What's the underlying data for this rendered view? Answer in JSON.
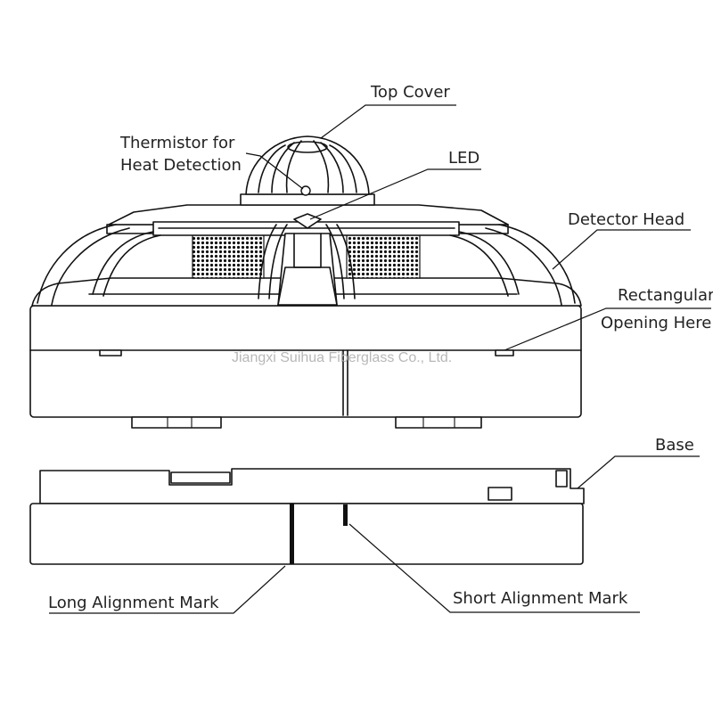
{
  "labels": {
    "top_cover": "Top Cover",
    "thermistor_line1": "Thermistor for",
    "thermistor_line2": "Heat Detection",
    "led": "LED",
    "detector_head": "Detector Head",
    "rectangular_line1": "Rectangular",
    "rectangular_line2": "Opening Here",
    "base": "Base",
    "long_alignment_mark": "Long Alignment Mark",
    "short_alignment_mark": "Short Alignment Mark"
  },
  "watermark": "Jiangxi Suihua Fiberglass Co., Ltd.",
  "colors": {
    "line": "#111111",
    "text": "#222222",
    "watermark": "#b8b8b8",
    "background": "#ffffff"
  }
}
